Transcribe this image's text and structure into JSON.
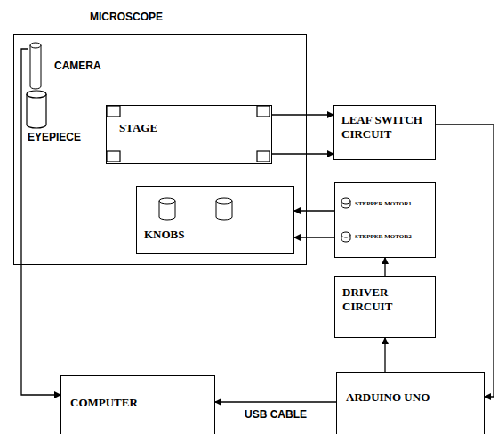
{
  "diagram": {
    "nodes": [
      {
        "text": [
          "MICROSCOPE"
        ]
      },
      {
        "text": [
          "CAMERA"
        ],
        "in": 0
      },
      {
        "text": [
          "STAGE"
        ],
        "in": 0
      },
      {
        "text": [
          "KNOBS"
        ],
        "in": 0
      },
      {
        "text": [
          "LEAF SWITCH CIRCUIT"
        ]
      },
      {
        "text": [
          "STEPPER MOTOR1",
          "STEPPER MOTOR2"
        ]
      },
      {
        "text": [
          "DRIVER CIRCUIT"
        ]
      },
      {
        "text": [
          "COMPUTER"
        ]
      },
      {
        "text": [
          "ARDUINO UNO"
        ]
      }
    ],
    "edges": [
      {
        "from": 2,
        "to": 4,
        "arrow": "to"
      },
      {
        "from": 2,
        "to": 4,
        "arrow": "to"
      },
      {
        "from": 4,
        "to": 8,
        "arrow": "to"
      },
      {
        "from": 5,
        "to": 3,
        "arrow": "to"
      },
      {
        "from": 5,
        "to": 3,
        "arrow": "to"
      },
      {
        "from": 6,
        "to": 5,
        "arrow": "to"
      },
      {
        "from": 8,
        "to": 6,
        "arrow": "to"
      },
      {
        "from": 8,
        "to": 7,
        "label": "USB CABLE",
        "arrow": "to"
      },
      {
        "from": 1,
        "to": 7,
        "arrow": "to"
      }
    ],
    "labels": [
      "EYEPIECE"
    ]
  }
}
